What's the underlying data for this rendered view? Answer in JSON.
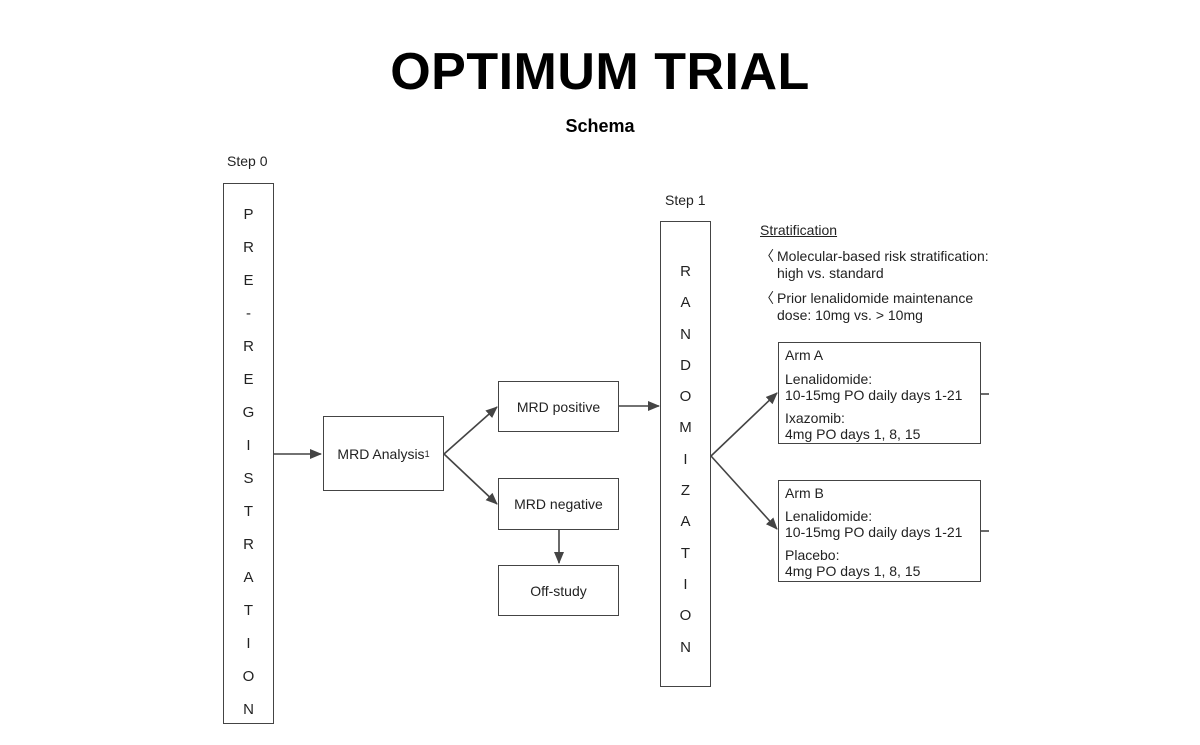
{
  "title": "OPTIMUM TRIAL",
  "subtitle": "Schema",
  "step0": {
    "label": "Step 0",
    "letters": [
      "P",
      "R",
      "E",
      "-",
      "R",
      "E",
      "G",
      "I",
      "S",
      "T",
      "R",
      "A",
      "T",
      "I",
      "O",
      "N"
    ]
  },
  "mrd_analysis": {
    "label": "MRD Analysis",
    "superscript": "1"
  },
  "mrd_positive": "MRD positive",
  "mrd_negative": "MRD negative",
  "off_study": "Off-study",
  "step1": {
    "label": "Step 1",
    "letters": [
      "R",
      "A",
      "N",
      "D",
      "O",
      "M",
      "I",
      "Z",
      "A",
      "T",
      "I",
      "O",
      "N"
    ]
  },
  "stratification": {
    "heading": "Stratification",
    "bullet": "〈",
    "items": [
      "Molecular-based risk stratification: high vs. standard",
      "Prior lenalidomide maintenance dose: 10mg vs. > 10mg"
    ]
  },
  "arm_a": {
    "title": "Arm A",
    "drug1": "Lenalidomide:",
    "dose1": "10-15mg PO daily days 1-21",
    "drug2": "Ixazomib:",
    "dose2": "4mg PO days 1, 8, 15"
  },
  "arm_b": {
    "title": "Arm B",
    "drug1": "Lenalidomide:",
    "dose1": "10-15mg PO daily days 1-21",
    "drug2": "Placebo:",
    "dose2": "4mg PO days 1, 8, 15"
  },
  "colors": {
    "line": "#444444",
    "text": "#222222",
    "title": "#000000"
  }
}
